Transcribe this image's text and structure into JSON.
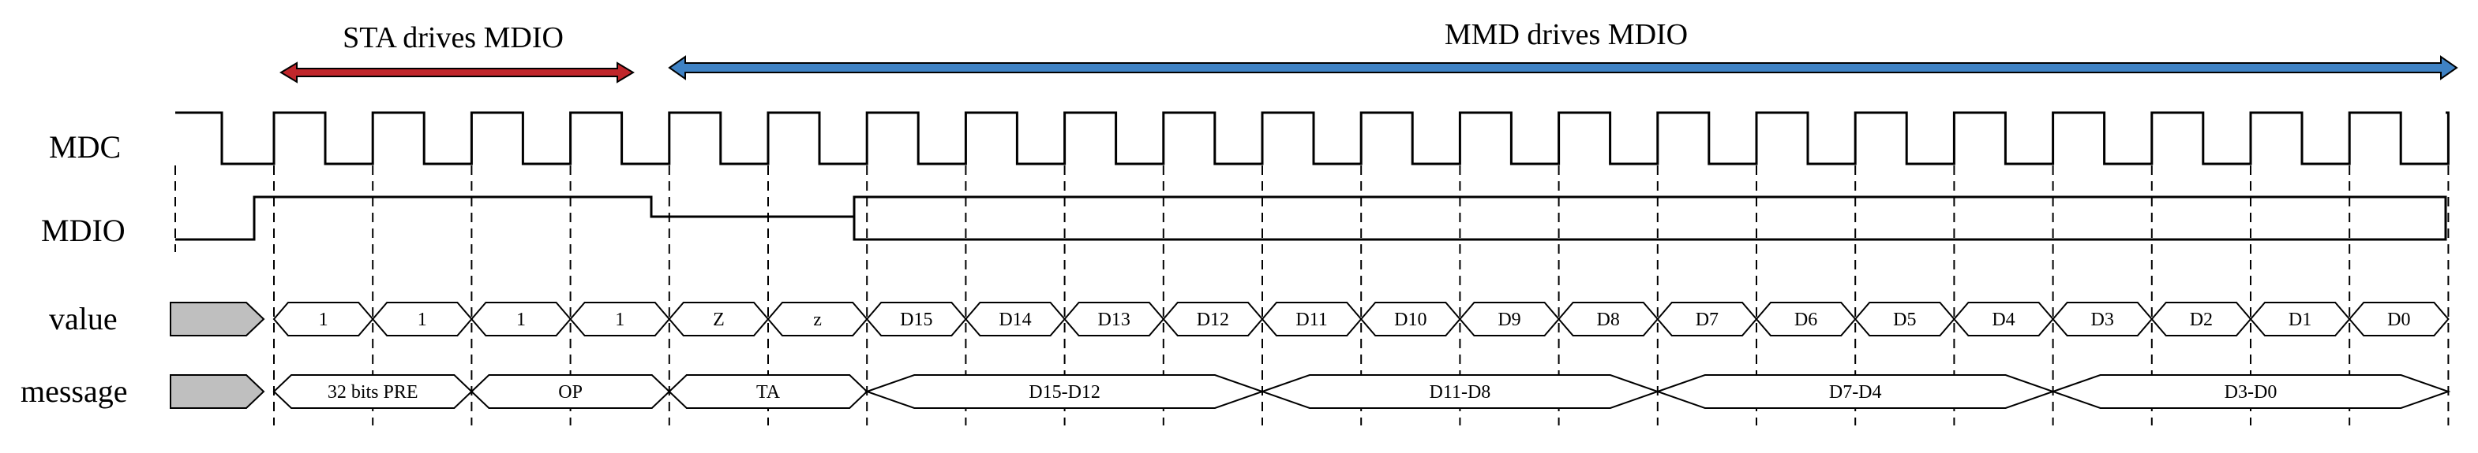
{
  "drivers": {
    "sta_label": "STA drives MDIO",
    "mmd_label": "MMD drives MDIO",
    "sta_color": "#c0262b",
    "mmd_color": "#3f82c4"
  },
  "signals": {
    "mdc": "MDC",
    "mdio": "MDIO",
    "value": "value",
    "message": "message"
  },
  "value_bits": [
    "1",
    "1",
    "1",
    "1",
    "Z",
    "z",
    "D15",
    "D14",
    "D13",
    "D12",
    "D11",
    "D10",
    "D9",
    "D8",
    "D7",
    "D6",
    "D5",
    "D4",
    "D3",
    "D2",
    "D1",
    "D0"
  ],
  "message_fields": [
    {
      "label": "32 bits PRE",
      "bits": 2
    },
    {
      "label": "OP",
      "bits": 2
    },
    {
      "label": "TA",
      "bits": 2
    },
    {
      "label": "D15-D12",
      "bits": 4
    },
    {
      "label": "D11-D8",
      "bits": 4
    },
    {
      "label": "D7-D4",
      "bits": 4
    },
    {
      "label": "D3-D0",
      "bits": 4
    }
  ],
  "colors": {
    "line": "#000000",
    "filler": "#bfbfbf"
  }
}
